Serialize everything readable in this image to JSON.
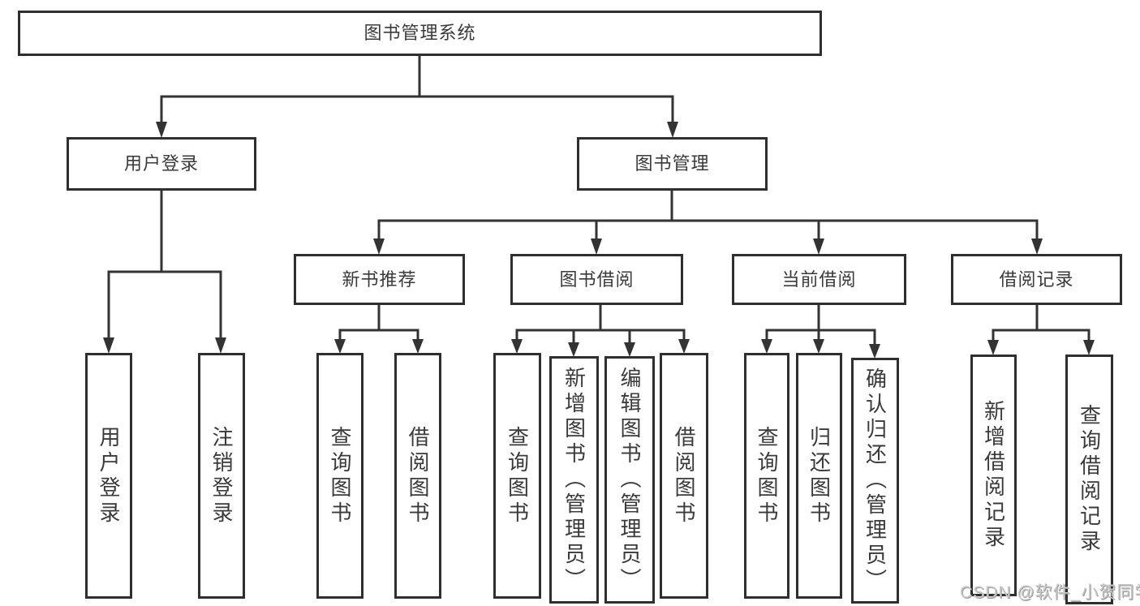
{
  "nodes": {
    "root": "图书管理系统",
    "user_login": "用户登录",
    "book_management": "图书管理",
    "new_book_recommendation": "新书推荐",
    "book_borrowing": "图书借阅",
    "current_borrowing": "当前借阅",
    "borrowing_records": "借阅记录",
    "leaves": {
      "user_login": "用户登录",
      "logout": "注销登录",
      "nb_query_books": "查询图书",
      "nb_borrow_books": "借阅图书",
      "bb_query_books": "查询图书",
      "bb_add_books": "新增图书（管理员）",
      "bb_edit_books": "编辑图书（管理员）",
      "bb_borrow_books": "借阅图书",
      "cb_query_books": "查询图书",
      "cb_return_books": "归还图书",
      "cb_confirm_return": "确认归还（管理员）",
      "br_add_record": "新增借阅记录",
      "br_query_record": "查询借阅记录"
    }
  },
  "watermark": "CSDN @软件_小贺同学",
  "colors": {
    "line": "#333333",
    "box_border": "#2f2f2f",
    "box_fill": "#ffffff",
    "text": "#3a3a3a",
    "watermark": "#c6c6c6",
    "background": "#ffffff"
  }
}
